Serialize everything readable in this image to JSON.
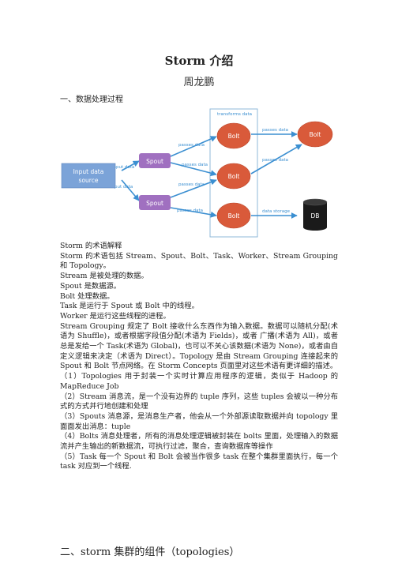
{
  "doc": {
    "title": "Storm 介绍",
    "author": "周龙鹏",
    "section1": "一、数据处理过程",
    "section2": "二、storm 集群的组件（topologies）"
  },
  "diagram": {
    "input_node": [
      "Input data",
      "source"
    ],
    "spout1": "Spout",
    "spout2": "Spout",
    "bolt_top": "Bolt",
    "bolt_mid": "Bolt",
    "bolt_bot": "Bolt",
    "bolt_right": "Bolt",
    "db": "DB",
    "edge_transforms": "transforms data",
    "edge_input1": "input data",
    "edge_input2": "input data",
    "edge_passes_s1_top": "passes data",
    "edge_passes_s1_mid": "passes data",
    "edge_passes_s2_mid": "passes data",
    "edge_passes_s2_bot": "passes data",
    "edge_passes_top_right": "passes data",
    "edge_passes_mid_right": "passes data",
    "edge_storage": "data storage"
  },
  "body": {
    "p1": "Storm 的术语解释",
    "p2": "Storm 的术语包括 Stream、Spout、Bolt、Task、Worker、Stream Grouping 和 Topology。",
    "p3": "Stream 是被处理的数据。",
    "p4": "Spout 是数据源。",
    "p5": "Bolt 处理数据。",
    "p6": "Task 是运行于 Spout 或 Bolt 中的线程。",
    "p7": "Worker 是运行这些线程的进程。",
    "p8": "Stream Grouping 规定了 Bolt 接收什么东西作为输入数据。数据可以随机分配(术语为 Shuffle)，或者根据字段值分配(术语为 Fields)，或者 广播(术语为 All)，或者总是发给一个 Task(术语为 Global)，也可以不关心该数据(术语为 None)，或者由自定义逻辑来决定（术语为 Direct）。Topology 是由 Stream Grouping 连接起来的 Spout 和 Bolt 节点网络。在 Storm Concepts 页面里对这些术语有更详细的描述。",
    "p9": "（1）Topologies 用于封装一个实时计算应用程序的逻辑，类似于 Hadoop 的 MapReduce Job",
    "p10": "（2）Stream 消息流，是一个没有边界的 tuple 序列，这些 tuples 会被以一种分布式的方式并行地创建和处理",
    "p11": "（3）Spouts 消息源，是消息生产者，他会从一个外部源读取数据并向 topology 里面面发出消息：tuple",
    "p12": "（4）Bolts 消息处理者，所有的消息处理逻辑被封装在 bolts 里面，处理输入的数据流并产生输出的新数据流，可执行过滤，聚合，查询数据库等操作",
    "p13": "（5）Task 每一个 Spout 和 Bolt 会被当作很多 task 在整个集群里面执行，每一个 task 对应到一个线程."
  },
  "colors": {
    "input_fill": "#7ba3d8",
    "spout_fill": "#a070c0",
    "bolt_fill": "#d95a3a",
    "edge": "#3b8fd1",
    "box_border": "#8fb8d8"
  }
}
